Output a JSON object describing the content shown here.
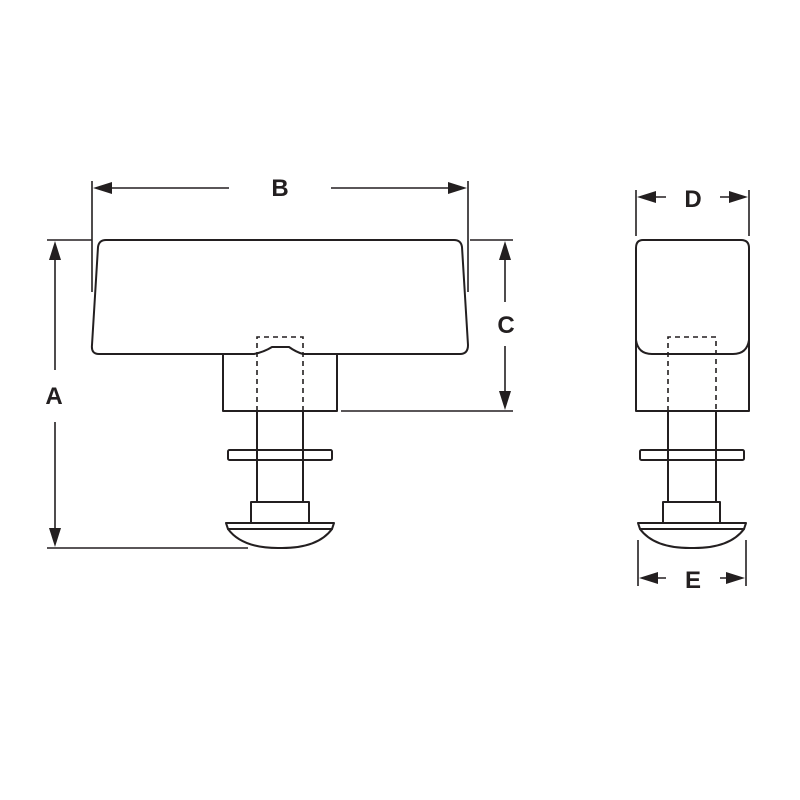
{
  "dimensions": {
    "a": "A",
    "b": "B",
    "c": "C",
    "d": "D",
    "e": "E"
  },
  "colors": {
    "line": "#231f20",
    "background": "#ffffff"
  }
}
